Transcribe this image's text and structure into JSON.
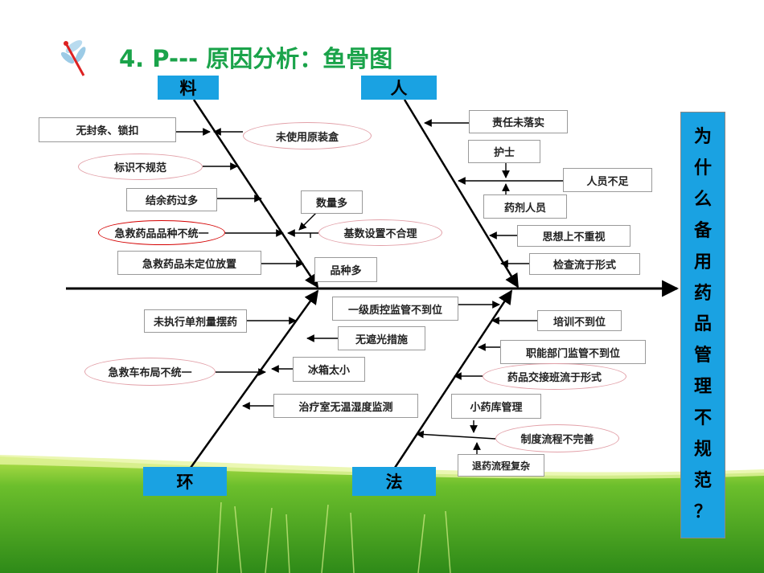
{
  "title": "4.  P--- 原因分析：鱼骨图",
  "colors": {
    "accent": "#1aa2e2",
    "title": "#1aa34a",
    "grass": "#5cb82a"
  },
  "categories": {
    "material": "料",
    "people": "人",
    "environment": "环",
    "method": "法"
  },
  "effect_chars": [
    "为",
    "什",
    "么",
    "备",
    "用",
    "药",
    "品",
    "管",
    "理",
    "不",
    "规",
    "范",
    "？"
  ],
  "causes": {
    "c1": "无封条、锁扣",
    "c2": "未使用原装盒",
    "c3": "标识不规范",
    "c4": "结余药过多",
    "c5": "数量多",
    "c6": "急救药品品种不统一",
    "c7": "基数设置不合理",
    "c8": "急救药品未定位放置",
    "c9": "品种多",
    "p1": "责任未落实",
    "p2": "护士",
    "p3": "人员不足",
    "p4": "药剂人员",
    "p5": "思想上不重视",
    "p6": "检查流于形式",
    "e1": "未执行单剂量摆药",
    "e2": "无遮光措施",
    "e3": "急救车布局不统一",
    "e4": "冰箱太小",
    "e5": "治疗室无温湿度监测",
    "m1": "一级质控监管不到位",
    "m2": "培训不到位",
    "m3": "职能部门监管不到位",
    "m4": "药品交接班流于形式",
    "m5": "小药库管理",
    "m6": "制度流程不完善",
    "m7": "退药流程复杂"
  }
}
